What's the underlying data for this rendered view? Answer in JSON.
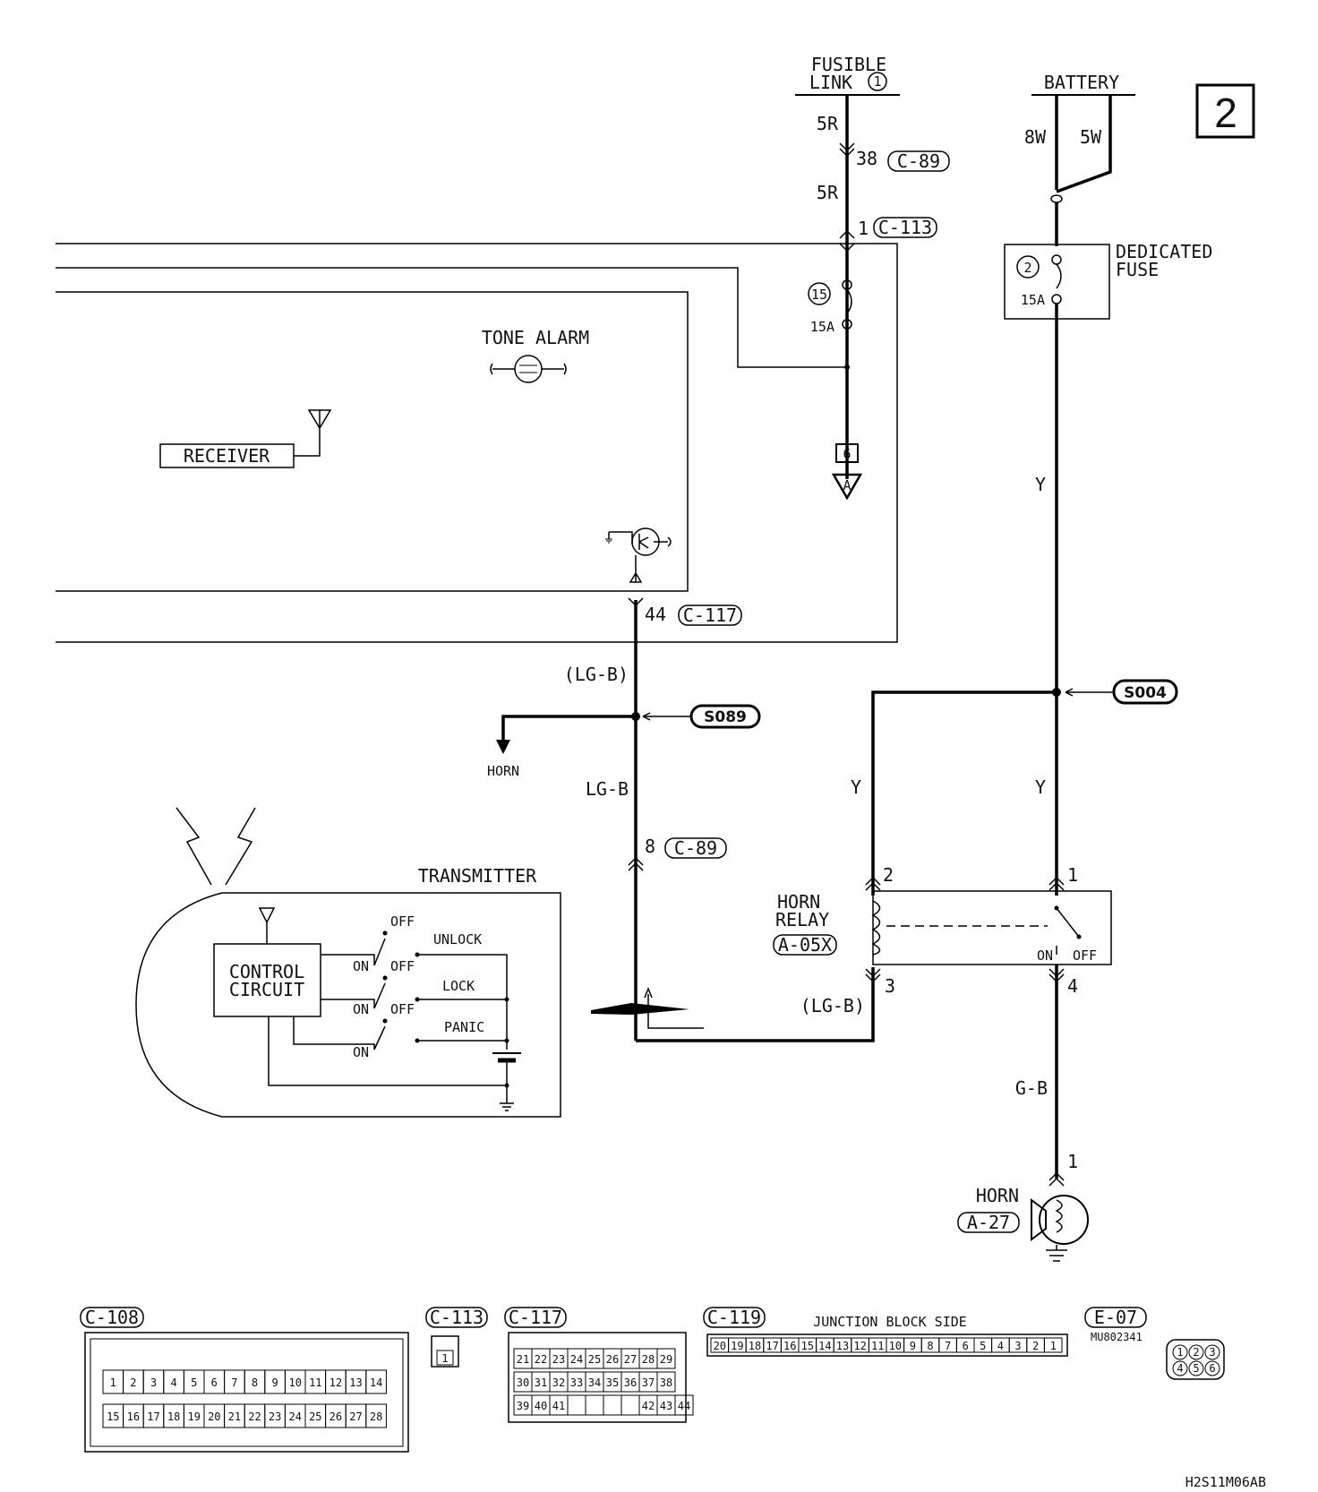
{
  "page_number": "2",
  "diagram_code": "H2S11M06AB",
  "sources": {
    "fusible_link": [
      "FUSIBLE",
      "LINK"
    ],
    "fusible_link_num": "1",
    "battery": "BATTERY",
    "battery_wire_left": "8W",
    "battery_wire_right": "5W",
    "dedicated_fuse": [
      "DEDICATED",
      "FUSE"
    ],
    "dedicated_fuse_num": "2",
    "dedicated_fuse_rating": "15A"
  },
  "left_circuit": {
    "wire_top": "5R",
    "pin_38": "38",
    "conn_c89": "C-89",
    "wire_mid": "5R",
    "pin_1": "1",
    "conn_c113": "C-113",
    "fuse_num": "15",
    "fuse_rating": "15A",
    "ground_num": "6",
    "ground_letter": "A",
    "pin_44": "44",
    "conn_c117": "C-117",
    "wire_lgb_paren": "(LG-B)",
    "splice_s089": "S089",
    "horn_branch": "HORN",
    "wire_lgb": "LG-B",
    "pin_8": "8",
    "conn_c89b": "C-89",
    "wire_lgb_bottom": "(LG-B)"
  },
  "right_circuit": {
    "wire_y_top": "Y",
    "splice_s004": "S004",
    "wire_y_left": "Y",
    "wire_y_right": "Y",
    "relay_pin_2": "2",
    "relay_pin_1": "1",
    "relay_pin_3": "3",
    "relay_pin_4": "4",
    "relay_name": [
      "HORN",
      "RELAY"
    ],
    "relay_conn": "A-05X",
    "relay_on": "ON",
    "relay_off": "OFF",
    "wire_gb": "G-B",
    "horn_pin": "1",
    "horn_name": "HORN",
    "horn_conn": "A-27"
  },
  "etacs": {
    "tone_alarm": "TONE ALARM",
    "receiver": "RECEIVER"
  },
  "transmitter": {
    "title": "TRANSMITTER",
    "control": [
      "CONTROL",
      "CIRCUIT"
    ],
    "switches": [
      {
        "label": "UNLOCK",
        "off": "OFF",
        "on": "ON"
      },
      {
        "label": "LOCK",
        "off": "OFF",
        "on": "ON"
      },
      {
        "label": "PANIC",
        "off": "OFF",
        "on": "ON"
      }
    ]
  },
  "connectors": {
    "c108": {
      "label": "C-108",
      "row1": [
        "1",
        "2",
        "3",
        "4",
        "5",
        "6",
        "7",
        "8",
        "9",
        "10",
        "11",
        "12",
        "13",
        "14"
      ],
      "row2": [
        "15",
        "16",
        "17",
        "18",
        "19",
        "20",
        "21",
        "22",
        "23",
        "24",
        "25",
        "26",
        "27",
        "28"
      ]
    },
    "c113": {
      "label": "C-113",
      "pin": "1"
    },
    "c117": {
      "label": "C-117",
      "row1": [
        "21",
        "22",
        "23",
        "24",
        "25",
        "26",
        "27",
        "28",
        "29"
      ],
      "row2": [
        "30",
        "31",
        "32",
        "33",
        "34",
        "35",
        "36",
        "37",
        "38"
      ],
      "row3": [
        "39",
        "40",
        "41",
        "",
        "",
        "",
        "",
        "42",
        "43",
        "44"
      ]
    },
    "c119": {
      "label": "C-119",
      "side": "JUNCTION BLOCK SIDE",
      "pins": [
        "20",
        "19",
        "18",
        "17",
        "16",
        "15",
        "14",
        "13",
        "12",
        "11",
        "10",
        "9",
        "8",
        "7",
        "6",
        "5",
        "4",
        "3",
        "2",
        "1"
      ]
    },
    "e07": {
      "label": "E-07",
      "part": "MU802341",
      "pins": [
        "1",
        "2",
        "3",
        "4",
        "5",
        "6"
      ]
    }
  }
}
